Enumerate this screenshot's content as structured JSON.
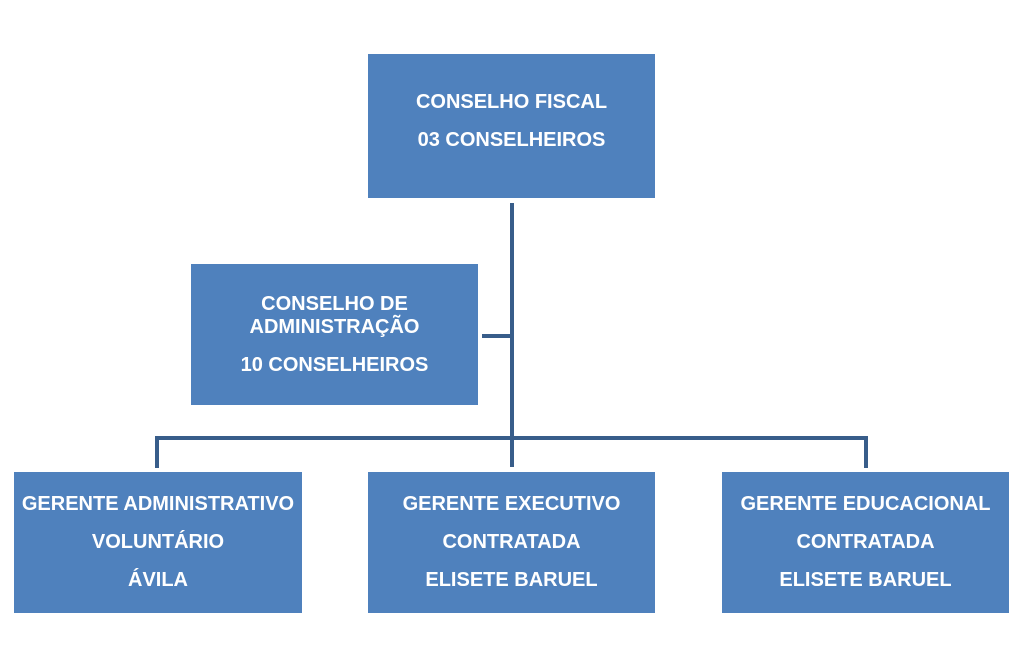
{
  "org_chart": {
    "conselho_fiscal": {
      "title": "CONSELHO FISCAL",
      "detail": "03 CONSELHEIROS"
    },
    "conselho_administracao": {
      "title_line1": "CONSELHO DE",
      "title_line2": "ADMINISTRAÇÃO",
      "detail": "10 CONSELHEIROS"
    },
    "gerente_administrativo": {
      "title": "GERENTE ADMINISTRATIVO",
      "status": "VOLUNTÁRIO",
      "name": "ÁVILA"
    },
    "gerente_executivo": {
      "title": "GERENTE EXECUTIVO",
      "status": "CONTRATADA",
      "name": "ELISETE BARUEL"
    },
    "gerente_educacional": {
      "title": "GERENTE EDUCACIONAL",
      "status": "CONTRATADA",
      "name": "ELISETE BARUEL"
    }
  },
  "colors": {
    "box_fill": "#4f81bd",
    "connector": "#385d8a",
    "text": "#ffffff",
    "background": "#ffffff"
  }
}
